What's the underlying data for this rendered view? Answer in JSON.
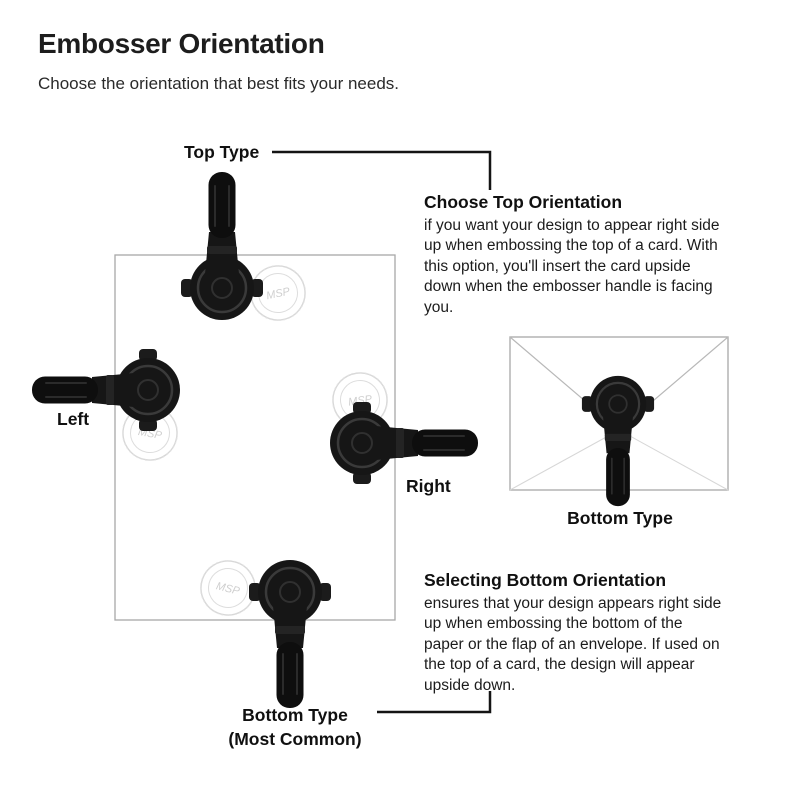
{
  "page": {
    "title": "Embosser Orientation",
    "subtitle": "Choose the orientation that best fits your needs."
  },
  "diagram": {
    "label_top": "Top Type",
    "label_left": "Left",
    "label_right": "Right",
    "label_bottom_line1": "Bottom Type",
    "label_bottom_line2": "(Most Common)",
    "watermark_text": "MSP"
  },
  "envelope": {
    "label": "Bottom Type"
  },
  "info_top": {
    "heading": "Choose Top Orientation",
    "body": "if you want your design to appear right side up when embossing the top of a card.  With this option, you'll insert the card upside down when the embosser handle is facing you."
  },
  "info_bottom": {
    "heading": "Selecting Bottom Orientation",
    "body": "ensures that your design appears right side up when embossing the bottom of the paper or the flap of an envelope.  If used on the top of a card, the design will appear upside down."
  }
}
